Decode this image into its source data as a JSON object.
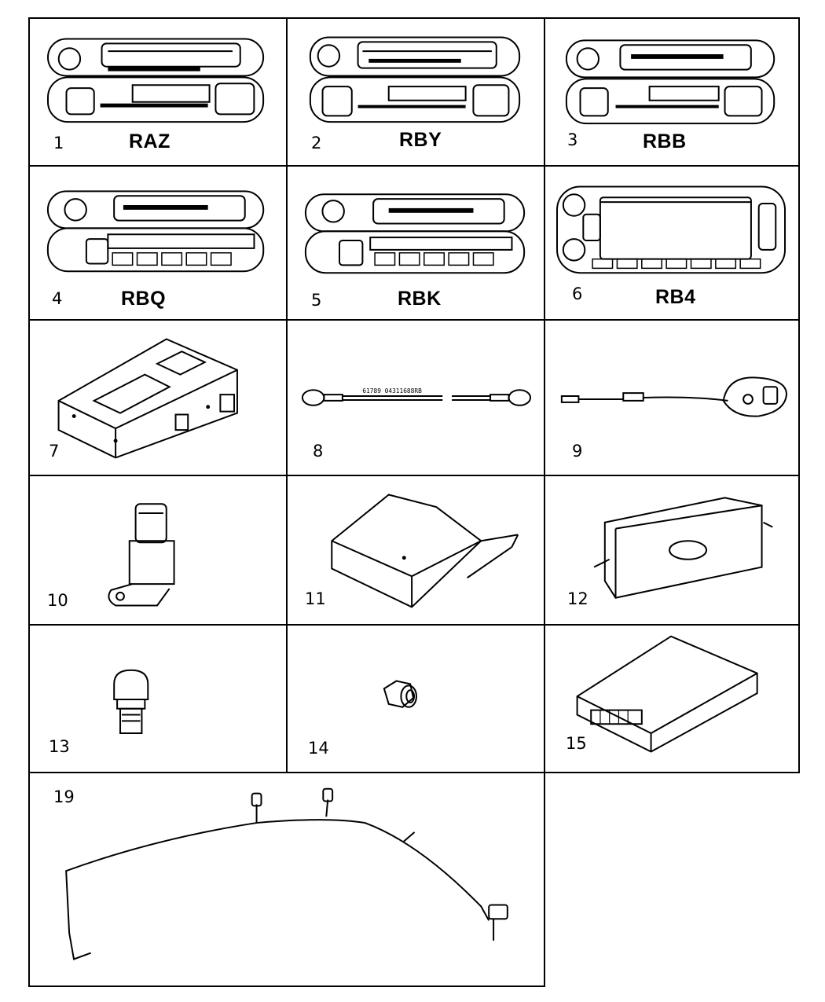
{
  "items": [
    {
      "number": "1",
      "code": "RAZ"
    },
    {
      "number": "2",
      "code": "RBY"
    },
    {
      "number": "3",
      "code": "RBB"
    },
    {
      "number": "4",
      "code": "RBQ"
    },
    {
      "number": "5",
      "code": "RBK"
    },
    {
      "number": "6",
      "code": "RB4"
    },
    {
      "number": "7"
    },
    {
      "number": "8",
      "cable_text": "61789  04311688RB"
    },
    {
      "number": "9"
    },
    {
      "number": "10"
    },
    {
      "number": "11"
    },
    {
      "number": "12"
    },
    {
      "number": "13"
    },
    {
      "number": "14"
    },
    {
      "number": "15"
    },
    {
      "number": "19"
    }
  ]
}
